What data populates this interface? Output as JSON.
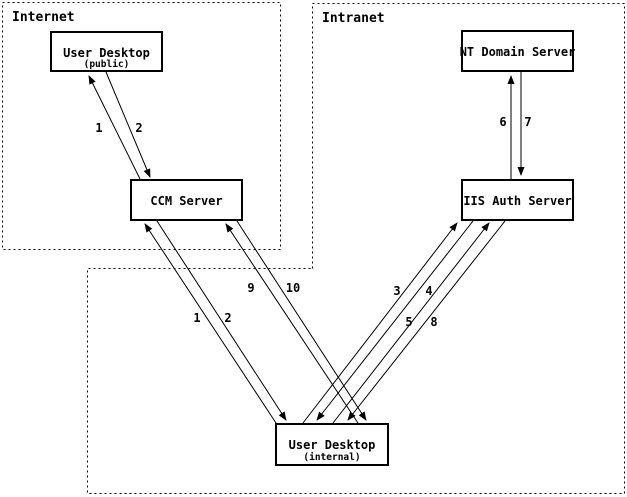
{
  "colors": {
    "ink": "#000000",
    "paper": "#ffffff"
  },
  "zones": {
    "internet": {
      "label": "Internet"
    },
    "intranet": {
      "label": "Intranet"
    }
  },
  "nodes": {
    "user_desktop_public": {
      "title": "User Desktop",
      "subtitle": "(public)"
    },
    "ccm_server": {
      "title": "CCM Server"
    },
    "nt_domain_server": {
      "title": "NT Domain Server"
    },
    "iis_auth_server": {
      "title": "IIS Auth Server"
    },
    "user_desktop_internal": {
      "title": "User Desktop",
      "subtitle": "(internal)"
    }
  },
  "steps": {
    "public_1": "1",
    "public_2": "2",
    "internal_1": "1",
    "internal_2": "2",
    "s3": "3",
    "s4": "4",
    "s5": "5",
    "s6": "6",
    "s7": "7",
    "s8": "8",
    "s9": "9",
    "s10": "10"
  }
}
